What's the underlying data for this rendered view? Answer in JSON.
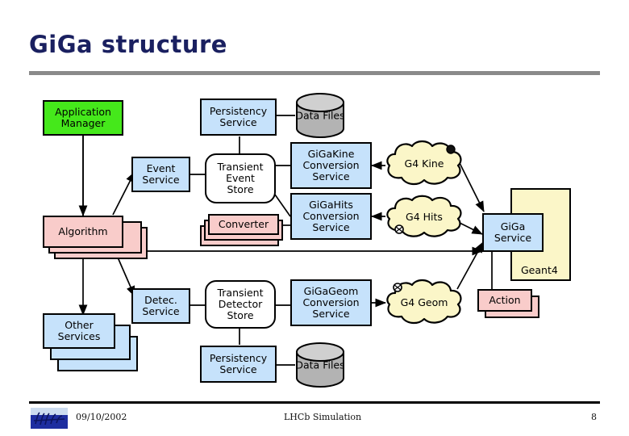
{
  "slide": {
    "title": "GiGa structure",
    "footer": {
      "date": "09/10/2002",
      "center": "LHCb Simulation",
      "page": "8",
      "logo_name": "lhcb-logo"
    }
  },
  "colors": {
    "title_text": "#1a2060",
    "rule": "#8a8a8a",
    "blue_box": "#c6e2fb",
    "green_box": "#45e81b",
    "pink_box": "#f9ccca",
    "white_box": "#ffffff",
    "cream_cloud": "#fbf6c8",
    "cylinder_gray": "#b3b3b3",
    "outline": "#000000"
  },
  "nodes": {
    "application_manager": {
      "lines": [
        "Application",
        "Manager"
      ],
      "fill": "green"
    },
    "event_service": {
      "lines": [
        "Event",
        "Service"
      ],
      "fill": "blue"
    },
    "algorithm": {
      "lines": [
        "Algorithm"
      ],
      "fill": "pink",
      "stacked": true
    },
    "other_services": {
      "lines": [
        "Other",
        "Services"
      ],
      "fill": "blue",
      "stacked": true
    },
    "detector_service": {
      "lines": [
        "Detec.",
        "Service"
      ],
      "fill": "blue"
    },
    "persistency_service_top": {
      "lines": [
        "Persistency",
        "Service"
      ],
      "fill": "blue"
    },
    "persistency_service_bottom": {
      "lines": [
        "Persistency",
        "Service"
      ],
      "fill": "blue"
    },
    "transient_event_store": {
      "lines": [
        "Transient",
        "Event",
        "Store"
      ],
      "fill": "white"
    },
    "transient_detector_store": {
      "lines": [
        "Transient",
        "Detector",
        "Store"
      ],
      "fill": "white"
    },
    "converter": {
      "lines": [
        "Converter"
      ],
      "fill": "pink",
      "stacked": true
    },
    "data_files_top": {
      "lines": [
        "Data",
        "Files"
      ],
      "fill": "cylinder"
    },
    "data_files_bottom": {
      "lines": [
        "Data",
        "Files"
      ],
      "fill": "cylinder"
    },
    "gigakine_conversion_service": {
      "lines": [
        "GiGaKine",
        "Conversion",
        "Service"
      ],
      "fill": "blue"
    },
    "gigahits_conversion_service": {
      "lines": [
        "GiGaHits",
        "Conversion",
        "Service"
      ],
      "fill": "blue"
    },
    "gigageom_conversion_service": {
      "lines": [
        "GiGaGeom",
        "Conversion",
        "Service"
      ],
      "fill": "blue"
    },
    "g4_kine": {
      "lines": [
        "G4",
        "Kine"
      ],
      "fill": "cloud"
    },
    "g4_hits": {
      "lines": [
        "G4 Hits"
      ],
      "fill": "cloud"
    },
    "g4_geom": {
      "lines": [
        "G4",
        "Geom"
      ],
      "fill": "cloud"
    },
    "giga_service": {
      "lines": [
        "GiGa",
        "Service"
      ],
      "fill": "blue"
    },
    "geant4_panel": {
      "label": "Geant4",
      "fill": "cream"
    },
    "action": {
      "lines": [
        "Action"
      ],
      "fill": "pink",
      "stacked": true
    }
  }
}
